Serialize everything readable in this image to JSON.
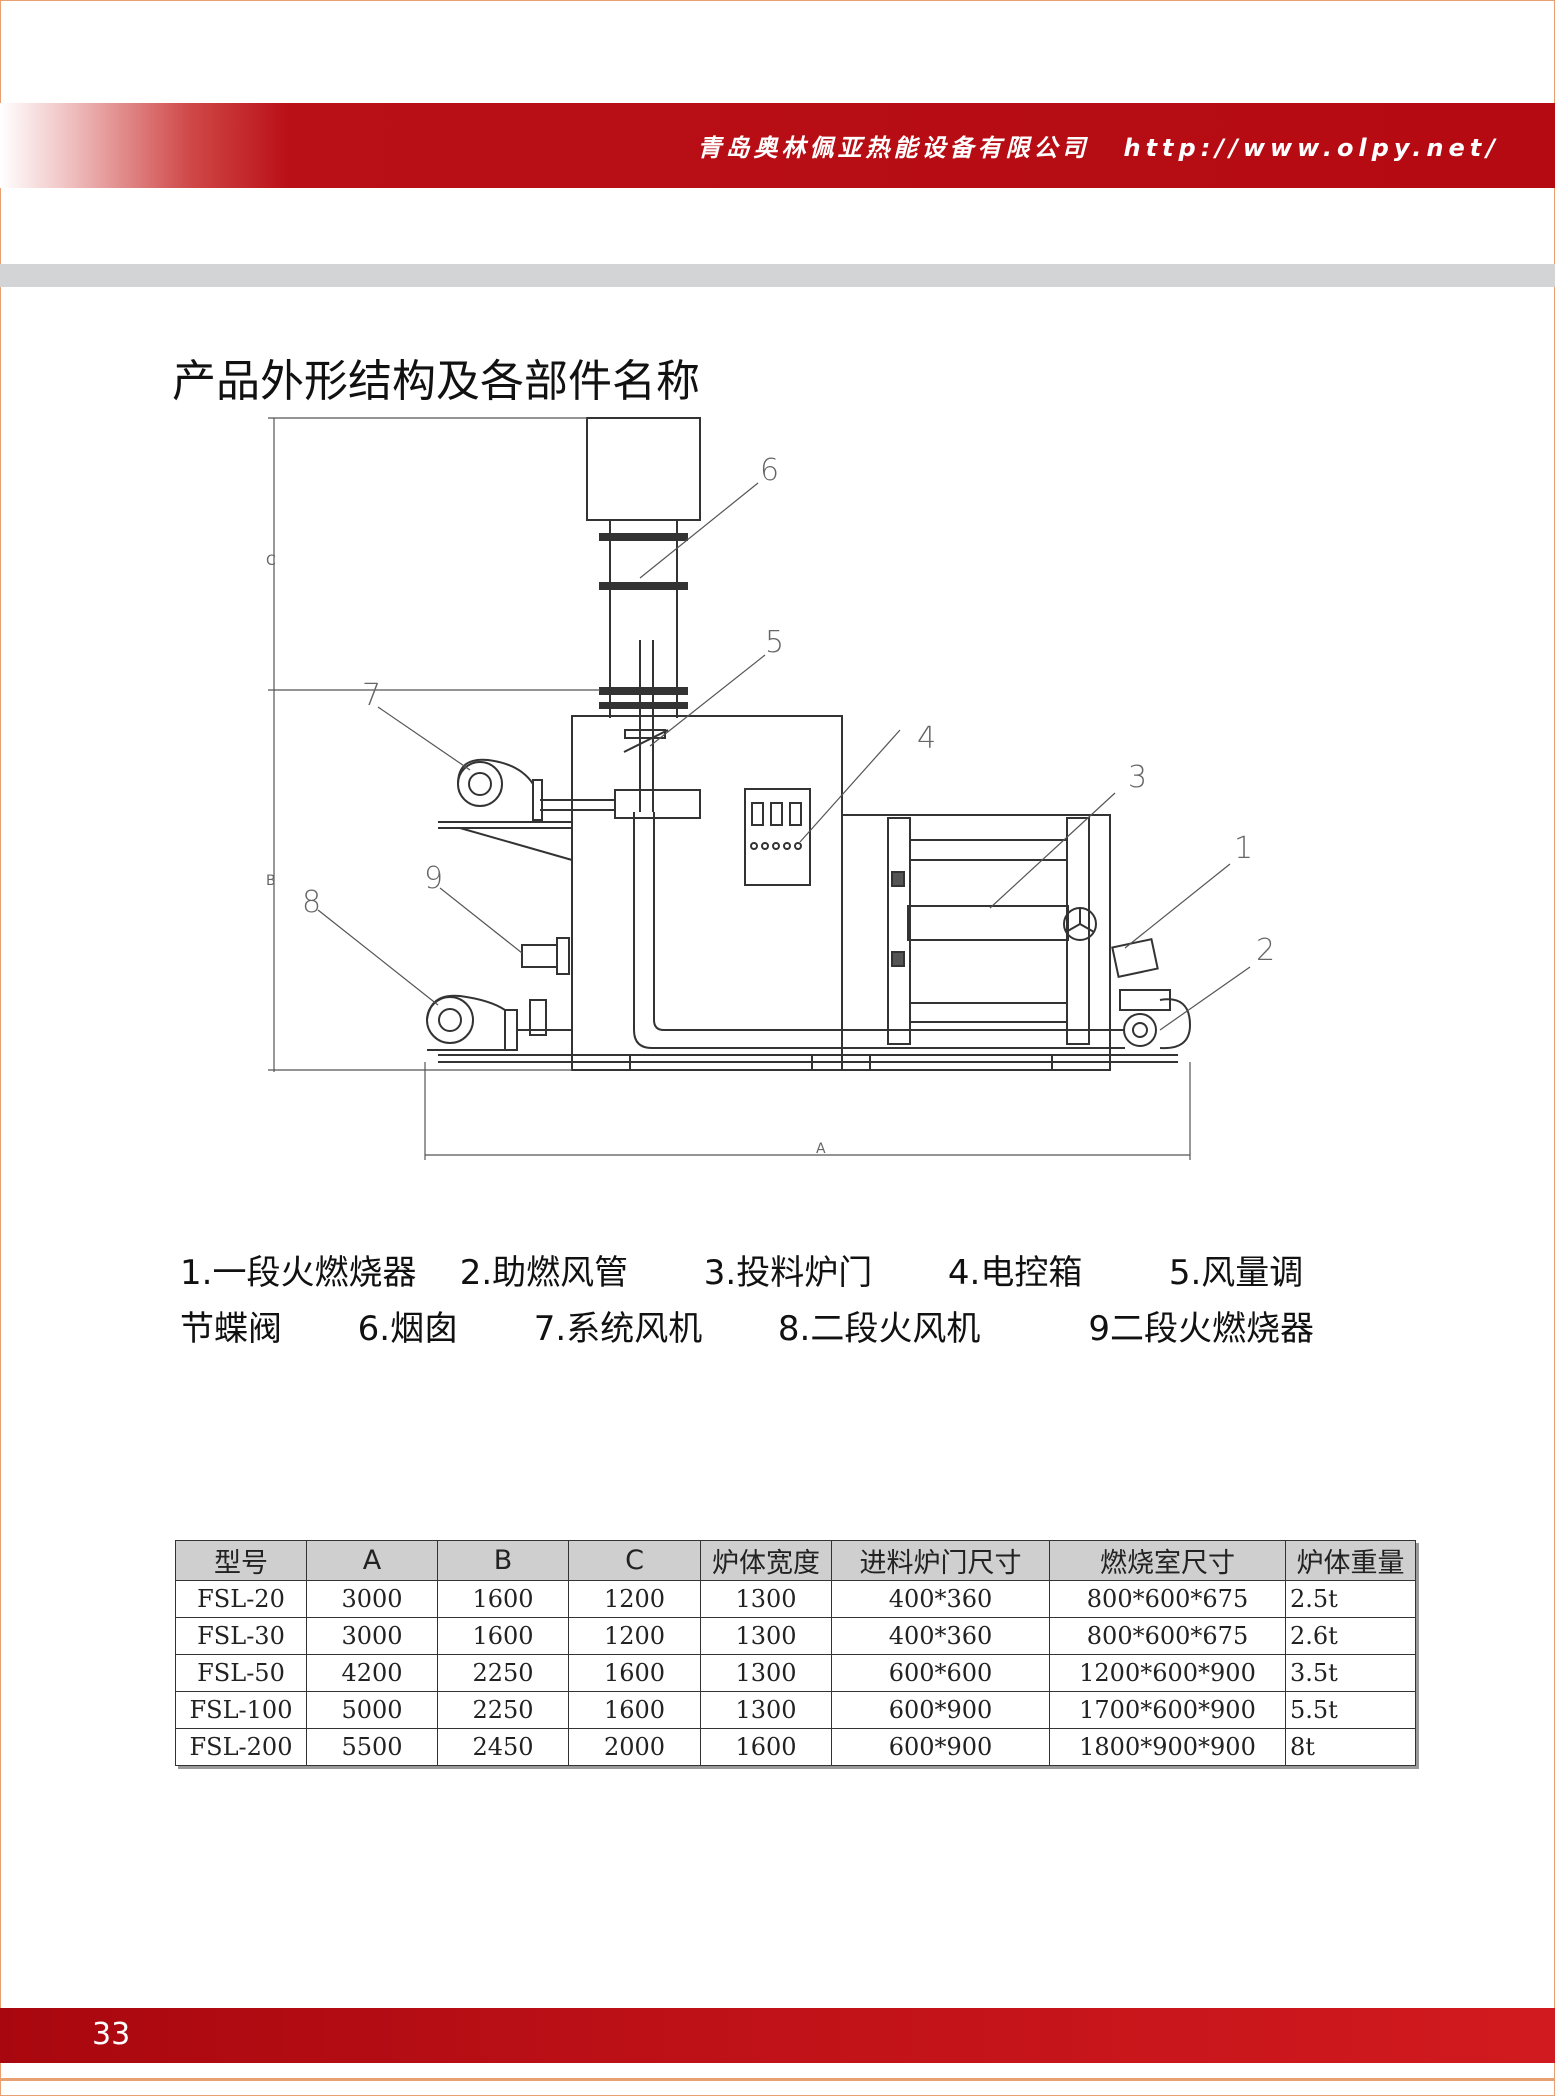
{
  "header": {
    "company": "青岛奥林佩亚热能设备有限公司",
    "url": "http://www.olpy.net/"
  },
  "section_title": "产品外形结构及各部件名称",
  "drawing": {
    "callouts": [
      "1",
      "2",
      "3",
      "4",
      "5",
      "6",
      "7",
      "8",
      "9"
    ],
    "dimension_labels": {
      "a": "A",
      "b": "B",
      "c": "C"
    }
  },
  "legend": {
    "items": [
      "1.一段火燃烧器",
      "2.助燃风管",
      "3.投料炉门",
      "4.电控箱",
      "5.风量调节蝶阀",
      "6.烟囱",
      "7.系统风机",
      "8.二段火风机",
      "9二段火燃烧器"
    ]
  },
  "table": {
    "headers": [
      "型号",
      "A",
      "B",
      "C",
      "炉体宽度",
      "进料炉门尺寸",
      "燃烧室尺寸",
      "炉体重量"
    ],
    "rows": [
      [
        "FSL-20",
        "3000",
        "1600",
        "1200",
        "1300",
        "400*360",
        "800*600*675",
        "2.5t"
      ],
      [
        "FSL-30",
        "3000",
        "1600",
        "1200",
        "1300",
        "400*360",
        "800*600*675",
        "2.6t"
      ],
      [
        "FSL-50",
        "4200",
        "2250",
        "1600",
        "1300",
        "600*600",
        "1200*600*900",
        "3.5t"
      ],
      [
        "FSL-100",
        "5000",
        "2250",
        "1600",
        "1300",
        "600*900",
        "1700*600*900",
        "5.5t"
      ],
      [
        "FSL-200",
        "5500",
        "2450",
        "2000",
        "1600",
        "600*900",
        "1800*900*900",
        "8t"
      ]
    ]
  },
  "footer": {
    "page_number": "33"
  },
  "colors": {
    "brand_red": "#b50a12",
    "gray_bar": "#d2d4d6",
    "table_header_bg": "#cfcfcf"
  }
}
